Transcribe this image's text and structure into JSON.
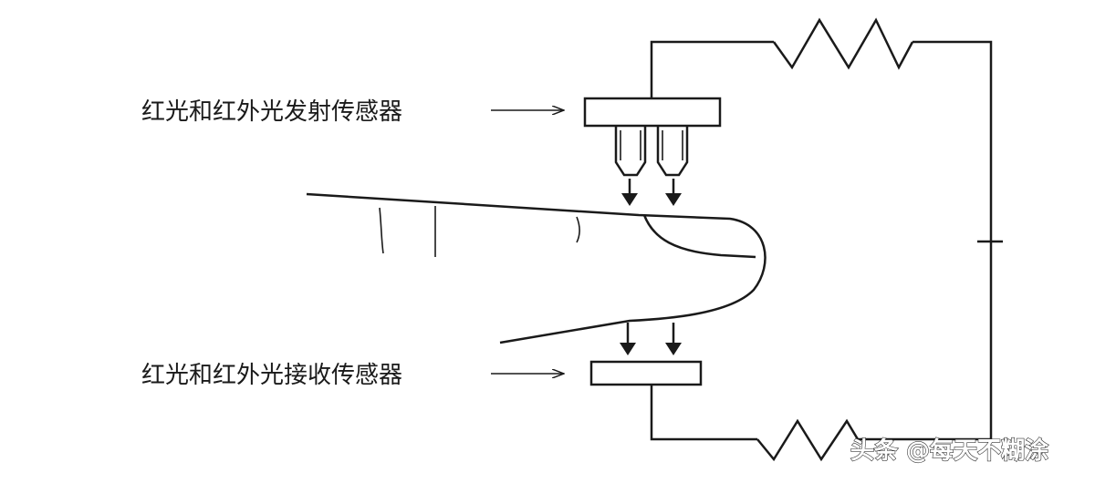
{
  "diagram": {
    "emitter_label": "红光和红外光发射传感器",
    "receiver_label": "红光和红外光接收传感器"
  },
  "watermark": "头条 @每天不糊涂"
}
